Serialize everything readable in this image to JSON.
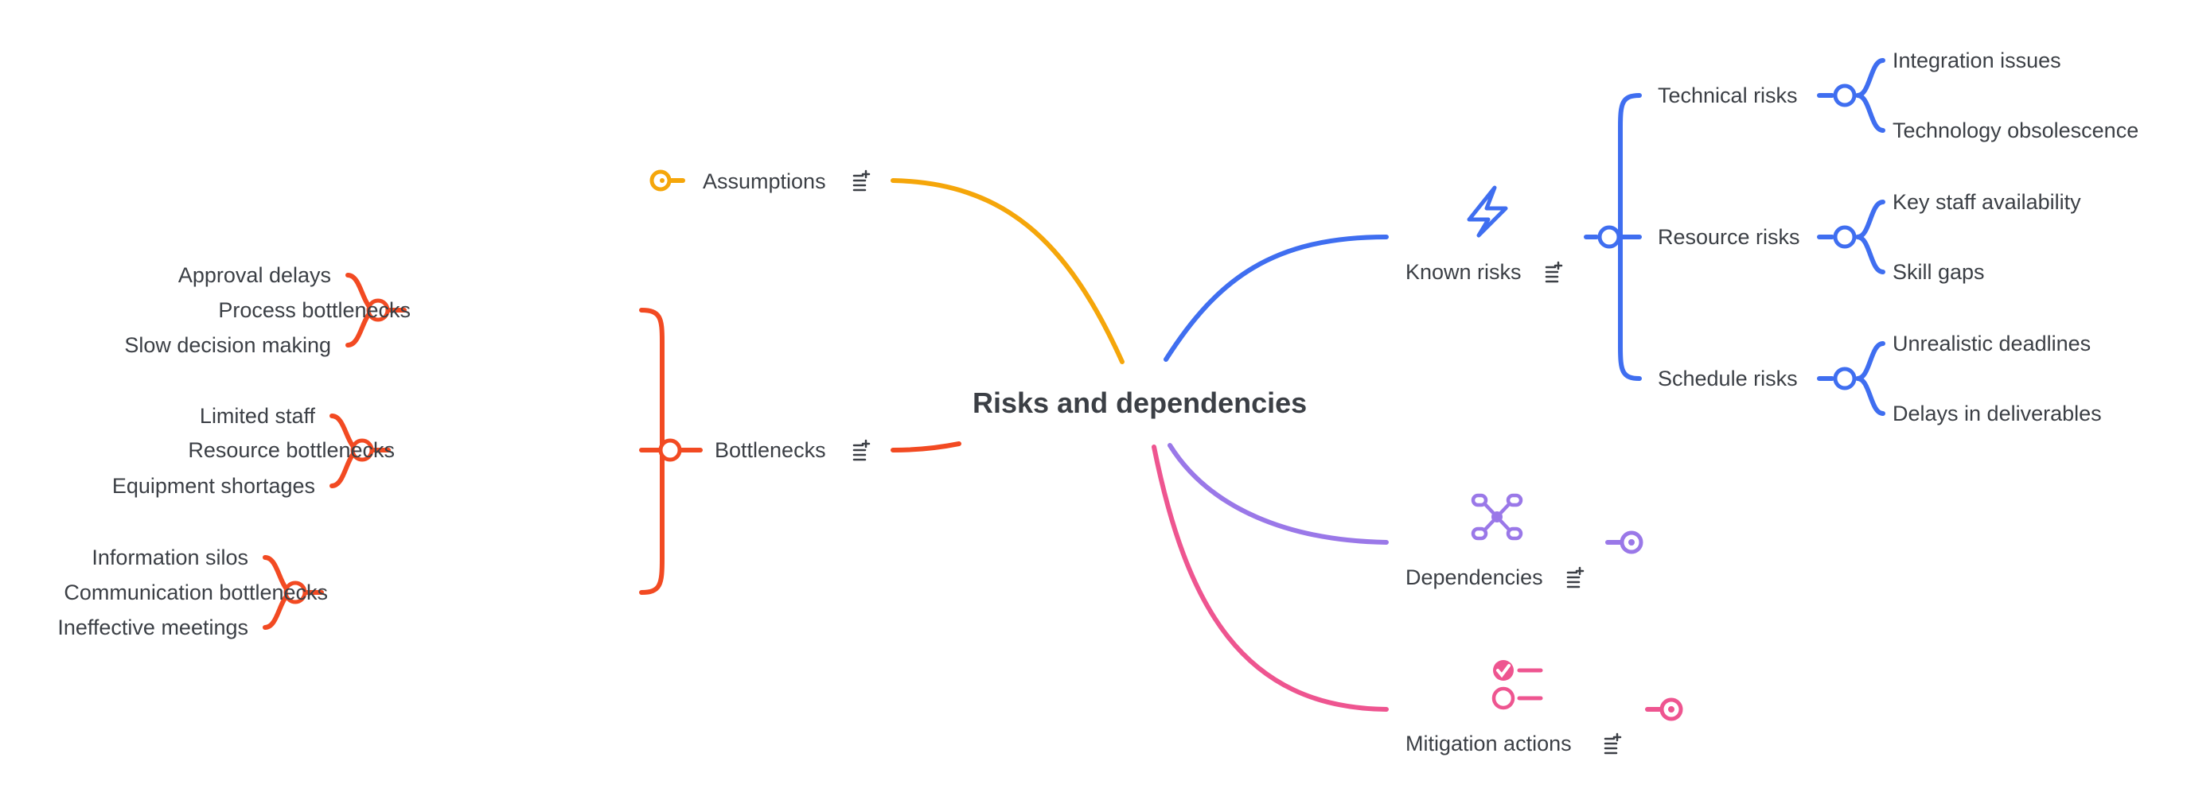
{
  "central_topic": "Risks and dependencies",
  "colors": {
    "assumptions": "#f5a60a",
    "bottlenecks": "#f24a22",
    "risks": "#3f6ef0",
    "dependencies": "#9a78e8",
    "mitigation": "#ee5590",
    "text": "#3b3f45"
  },
  "branches": {
    "assumptions": {
      "label": "Assumptions",
      "icon": "notes-icon"
    },
    "bottlenecks": {
      "label": "Bottlenecks",
      "children": [
        {
          "label": "Process bottlenecks",
          "children": [
            "Approval delays",
            "Slow decision making"
          ]
        },
        {
          "label": "Resource bottlenecks",
          "children": [
            "Limited staff",
            "Equipment shortages"
          ]
        },
        {
          "label": "Communication bottlenecks",
          "children": [
            "Information silos",
            "Ineffective meetings"
          ]
        }
      ]
    },
    "known_risks": {
      "label": "Known risks",
      "icon": "lightning-icon",
      "children": [
        {
          "label": "Technical risks",
          "children": [
            "Integration issues",
            "Technology obsolescence"
          ]
        },
        {
          "label": "Resource risks",
          "children": [
            "Key staff availability",
            "Skill gaps"
          ]
        },
        {
          "label": "Schedule risks",
          "children": [
            "Unrealistic deadlines",
            "Delays in deliverables"
          ]
        }
      ]
    },
    "dependencies": {
      "label": "Dependencies",
      "icon": "network-icon"
    },
    "mitigation": {
      "label": "Mitigation actions",
      "icon": "checklist-icon"
    }
  }
}
